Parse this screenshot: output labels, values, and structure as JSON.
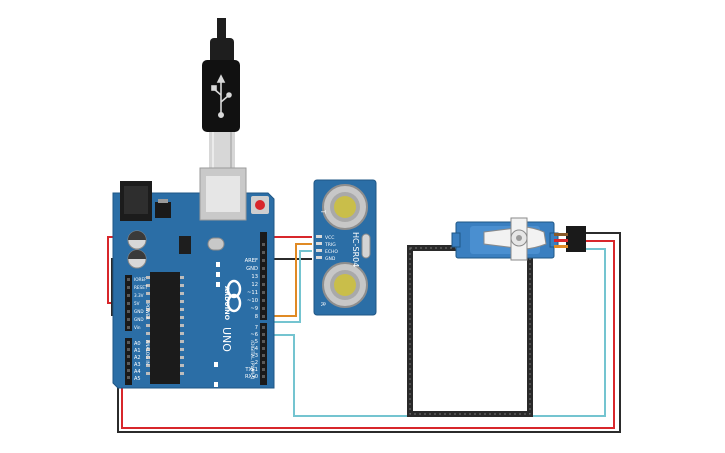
{
  "arduino": {
    "brand": "ARDUINO",
    "model": "UNO",
    "power_header": [
      "IOREF",
      "RESET",
      "3.3V",
      "5V",
      "GND",
      "GND",
      "Vin"
    ],
    "power_title": "POWER",
    "analog_title": "ANALOG IN",
    "analog_pins": [
      "A0",
      "A1",
      "A2",
      "A3",
      "A4",
      "A5"
    ],
    "digital_top": [
      "AREF",
      "GND",
      "13",
      "12",
      "~11",
      "~10",
      "~9",
      "8"
    ],
    "digital_bottom": [
      "7",
      "~6",
      "~5",
      "4",
      "~3",
      "2",
      "TX▸1",
      "RX◂0"
    ],
    "digital_title": "DIGITAL (PWM~)"
  },
  "sensor": {
    "model": "HC-SR04",
    "pins": [
      "VCC",
      "TRIG",
      "ECHO",
      "GND"
    ],
    "label_t": "T",
    "label_r": "R"
  },
  "colors": {
    "board": "#2b6ea6",
    "wire_red": "#d8262b",
    "wire_black": "#2b2b2b",
    "wire_cyan": "#74c4d0",
    "wire_orange": "#e08a24",
    "breadboard_frame": "#2a2a2a"
  }
}
